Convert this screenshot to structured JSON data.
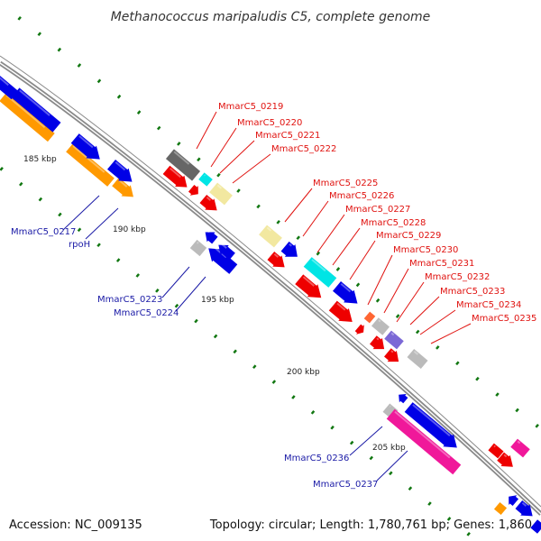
{
  "title": "Methanococcus maripaludis C5, complete genome",
  "footer": {
    "accession": "Accession: NC_009135",
    "topology": "Topology: circular; Length: 1,780,761 bp; Genes: 1,860"
  },
  "scale_ticks": [
    "185 kbp",
    "190 kbp",
    "195 kbp",
    "200 kbp",
    "205 kbp"
  ],
  "gene_labels_forward": [
    "MmarC5_0219",
    "MmarC5_0220",
    "MmarC5_0221",
    "MmarC5_0222",
    "MmarC5_0225",
    "MmarC5_0226",
    "MmarC5_0227",
    "MmarC5_0228",
    "MmarC5_0229",
    "MmarC5_0230",
    "MmarC5_0231",
    "MmarC5_0232",
    "MmarC5_0233",
    "MmarC5_0234",
    "MmarC5_0235"
  ],
  "gene_labels_reverse": [
    "MmarC5_0217",
    "rpoH",
    "MmarC5_0223",
    "MmarC5_0224",
    "MmarC5_0236",
    "MmarC5_0237"
  ],
  "colors": {
    "backbone": "#8a8a8a",
    "orange": "#ff9900",
    "blue": "#0000e6",
    "red": "#ee0000",
    "gray_dark": "#666666",
    "gray_light": "#bbbbbb",
    "cyan": "#00e5e5",
    "yellow": "#f2e8a0",
    "purple": "#7b68d6",
    "magenta": "#f0189a",
    "green_dash": "#117711",
    "label_red": "#e0120f",
    "label_blue": "#1a1aa6"
  }
}
